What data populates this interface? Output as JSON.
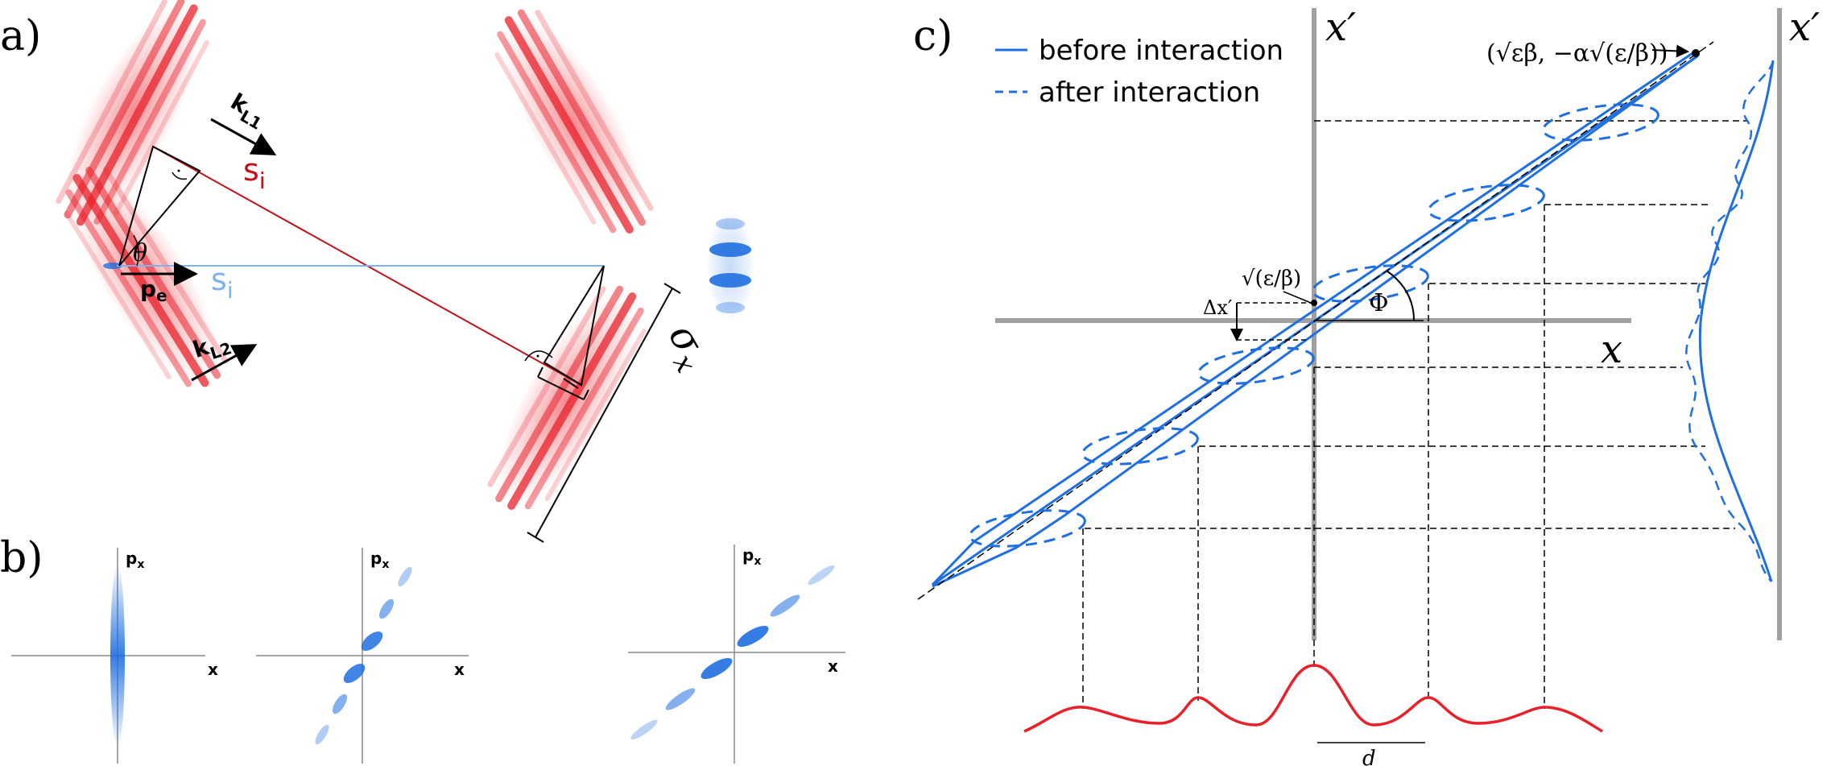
{
  "colors": {
    "laser_red": "#e8202a",
    "beam_blue": "#1f6fe0",
    "light_blue": "#7fb3ea",
    "axis_gray": "#a0a0a0",
    "dashed_black": "#000000"
  },
  "panel_a": {
    "label": "a)",
    "k_l1": "k",
    "k_l1_sub": "L1",
    "k_l2": "k",
    "k_l2_sub": "L2",
    "p_e": "p",
    "p_e_sub": "e",
    "s_red": "s",
    "s_red_sub": "i",
    "s_blue": "s",
    "s_blue_sub": "i",
    "theta": "θ",
    "sigma": "σ",
    "sigma_sub": "x"
  },
  "panel_b": {
    "label": "b)",
    "px": "p",
    "px_sub": "x",
    "x": "x"
  },
  "panel_c": {
    "label": "c)",
    "legend_before": "before interaction",
    "legend_after": "after interaction",
    "axis_x": "x",
    "axis_xp": "x′",
    "axis_xp_right": "x′",
    "point_top": "(√εβ, −α√(ε/β))",
    "sqrt_eps_beta": "√(ε/β)",
    "delta_xp": "Δx′",
    "phi": "Φ",
    "d": "d"
  }
}
